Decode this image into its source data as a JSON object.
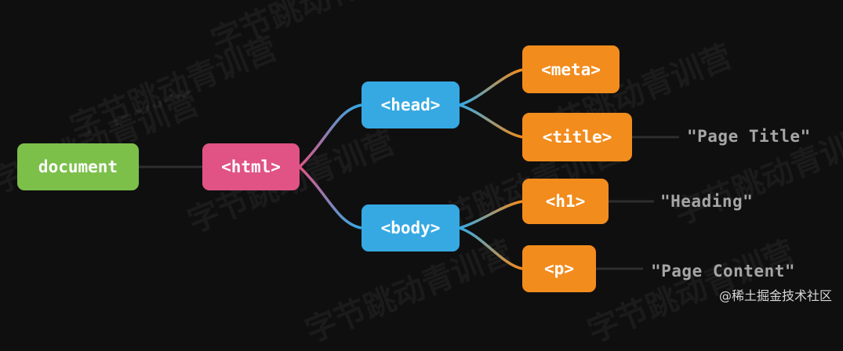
{
  "nodes": {
    "document": "document",
    "html": "<html>",
    "head": "<head>",
    "body": "<body>",
    "meta": "<meta>",
    "title": "<title>",
    "h1": "<h1>",
    "p": "<p>"
  },
  "text_nodes": {
    "title_text": "\"Page Title\"",
    "h1_text": "\"Heading\"",
    "p_text": "\"Page Content\""
  },
  "watermark": "字节跳动青训营",
  "credit": "@稀土掘金技术社区",
  "colors": {
    "background": "#0f0f10",
    "document": "#7cc04a",
    "html": "#e05384",
    "head_body": "#36a9e3",
    "leaf": "#f28c1d",
    "text_leaf": "#a6a6a6",
    "plain_line": "#2e2e2e"
  }
}
